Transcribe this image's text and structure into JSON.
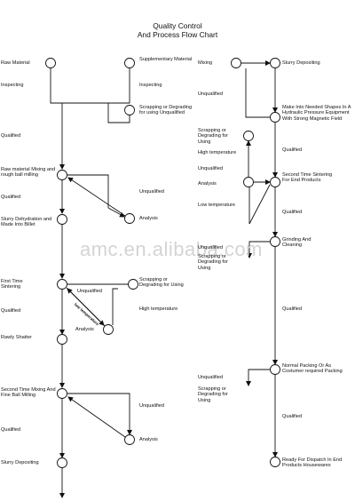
{
  "title": {
    "line1": "Quality Control",
    "line2": "And Process Flow Chart"
  },
  "watermark": "amc.en.alibaba.com",
  "left_column": {
    "raw_material": "Raw Material",
    "supplementary_material": "Supplementary Material",
    "inspecting_1": "Inspecting",
    "inspecting_2": "Inspecting",
    "scrapping_1": "Scrapping or Degrading for using Unqualified",
    "qualified_1": "Qualified",
    "mixing_milling": "Raw material Mixing and rough ball milling",
    "qualified_2": "Qualified",
    "unqualified_1": "Unqualified",
    "analysis_1": "Analysis",
    "dehydration": "Slurry Dehydration and Made Into Billet",
    "first_sintering": "First Time Sintering",
    "unqualified_2": "Unqualified",
    "scrapping_2": "Scrapping or Degrading for Using",
    "low_temperature": "low temperature",
    "qualified_3": "Qualified",
    "analysis_2": "Analysis",
    "high_temperature": "High temperature",
    "rawly_shatter": "Rawly Shatter",
    "second_mixing": "Second Time Mixing And Fine Ball Milling",
    "unqualified_3": "Unqualified",
    "qualified_4": "Qualified",
    "analysis_3": "Analysis",
    "slurry_depositing": "Slurry Depositing"
  },
  "right_column": {
    "mixing": "Mixing",
    "slurry_depositing": "Slurry Depositing",
    "unqualified_1": "Unqualified",
    "shapes": "Make Into Needed Shapes In A Hydraulic Pressure Equipment With Strong Magnetic Field",
    "scrapping_1": "Scrapping or Degrading for Using",
    "high_temperature": "High temperature",
    "qualified_1": "Qualified",
    "unqualified_2": "Unqualified",
    "analysis": "Analysis",
    "second_sintering": "Second Time Sintering For End Products",
    "low_temperature": "Low temperature",
    "qualified_2": "Qualified",
    "unqualified_3": "Unqualified",
    "scrapping_2": "Scrapping or Degrading for Using",
    "grinding": "Grinding And Cleaning",
    "qualified_3": "Qualified",
    "packing": "Normal Packing Or As Costumer required Packing",
    "unqualified_4": "Unqualified",
    "scrapping_3": "Scrapping or Degrading for Using",
    "qualified_4": "Qualified",
    "dispatch": "Ready For Dispatch In End Products Housewares"
  }
}
